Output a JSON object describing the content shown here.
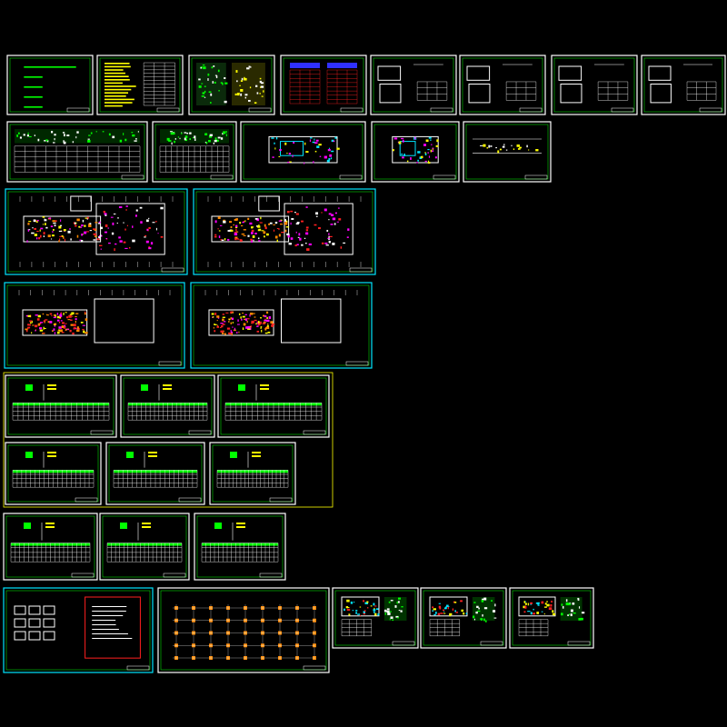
{
  "colors": {
    "background": "#000000",
    "frame_green": "#00ff00",
    "frame_cyan": "#00e5ff",
    "frame_white": "#ffffff",
    "frame_yellow": "#ffff00",
    "accent_red": "#ff2020",
    "accent_magenta": "#ff00ff"
  },
  "drawing_sheets": {
    "row1": [
      "cover",
      "notes-yellow",
      "notes-panels",
      "system-red-blue",
      "detail-a",
      "detail-b",
      "detail-c",
      "detail-d"
    ],
    "row2": [
      "wide-table-1",
      "table-2",
      "site-plan",
      "section-1",
      "section-2"
    ],
    "row3": [
      "floor-plan-1",
      "floor-plan-2"
    ],
    "row4": [
      "floor-plan-3",
      "floor-plan-4"
    ],
    "row5": [
      "schedule-1",
      "schedule-2",
      "schedule-3"
    ],
    "row6": [
      "schedule-4",
      "schedule-5",
      "schedule-6"
    ],
    "row7": [
      "schedule-7",
      "schedule-8",
      "schedule-9"
    ],
    "row8": [
      "foundation-plan",
      "column-grid",
      "detail-e",
      "detail-f",
      "detail-g"
    ]
  }
}
